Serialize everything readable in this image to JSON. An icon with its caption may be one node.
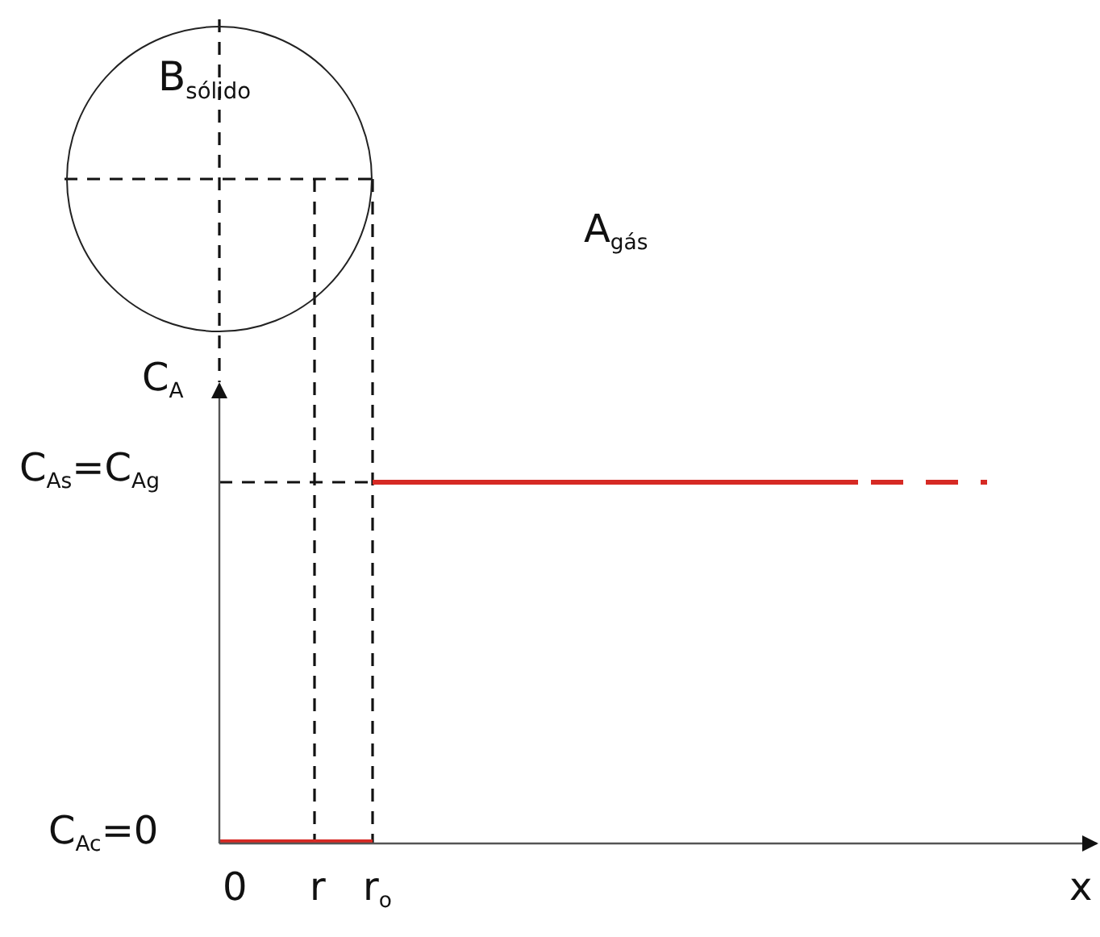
{
  "diagram": {
    "nodes": [
      {
        "text": [
          "B$_{sólido}$"
        ]
      }
    ],
    "labels": [
      "A$_{gás}$",
      "C$_{A}$",
      "C$_{As}$=C$_{Ag}$",
      "C$_{Ac}$=0",
      "0",
      "r",
      "r$_{o}$",
      "x"
    ]
  }
}
